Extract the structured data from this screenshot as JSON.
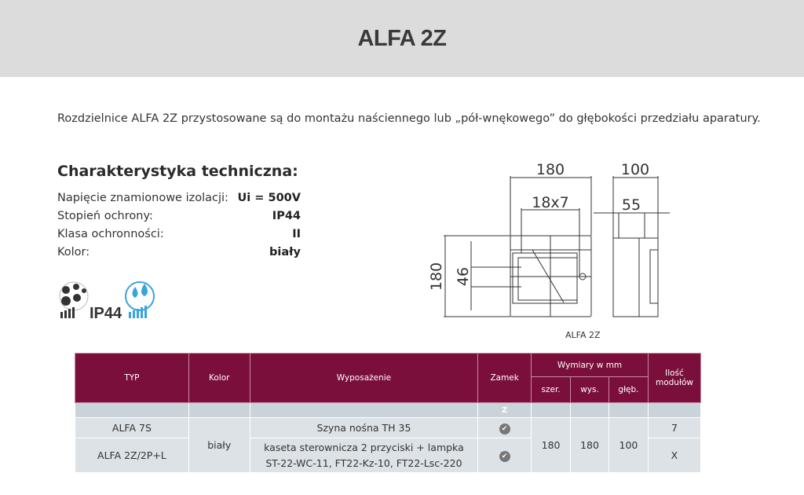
{
  "title": "ALFA 2Z",
  "intro": "Rozdzielnice ALFA 2Z przystosowane są do montażu naściennego lub „pół-wnękowego” do głębokości przedziału aparatury.",
  "specs": {
    "heading": "Charakterystyka techniczna:",
    "rows": [
      {
        "label": "Napięcie znamionowe izolacji:",
        "value": "Ui = 500V"
      },
      {
        "label": "Stopień ochrony:",
        "value": "IP44"
      },
      {
        "label": "Klasa ochronności:",
        "value": "II"
      },
      {
        "label": "Kolor:",
        "value": "biały"
      }
    ]
  },
  "ip_badge": "IP44",
  "drawing": {
    "width": "180",
    "modules": "18x7",
    "depth": "100",
    "inner_depth": "55",
    "height": "180",
    "window": "46",
    "caption": "ALFA 2Z"
  },
  "table": {
    "headers": {
      "typ": "TYP",
      "kolor": "Kolor",
      "wyposazenie": "Wyposażenie",
      "zamek": "Zamek",
      "wymiary": "Wymiary w mm",
      "szer": "szer.",
      "wys": "wys.",
      "gleb": "głęb.",
      "ilosc": "Ilość modułów"
    },
    "section": "Z",
    "rows": [
      {
        "typ": "ALFA 7S",
        "wyposazenie": "Szyna nośna TH 35",
        "zamek": "✔",
        "ilosc": "7"
      },
      {
        "typ": "ALFA 2Z/2P+L",
        "wyposazenie": "kaseta sterownicza 2 przyciski + lampka",
        "wyposazenie2": "ST-22-WC-11, FT22-Kz-10, FT22-Lsc-220",
        "zamek": "✔",
        "ilosc": "X"
      }
    ],
    "kolor": "biały",
    "szer": "180",
    "wys": "180",
    "gleb": "100"
  },
  "colors": {
    "header_bg": "#dcdcdc",
    "table_header": "#7b0f3c",
    "row_bg": "#dde2e6",
    "ip_blue": "#3aa3dc"
  }
}
